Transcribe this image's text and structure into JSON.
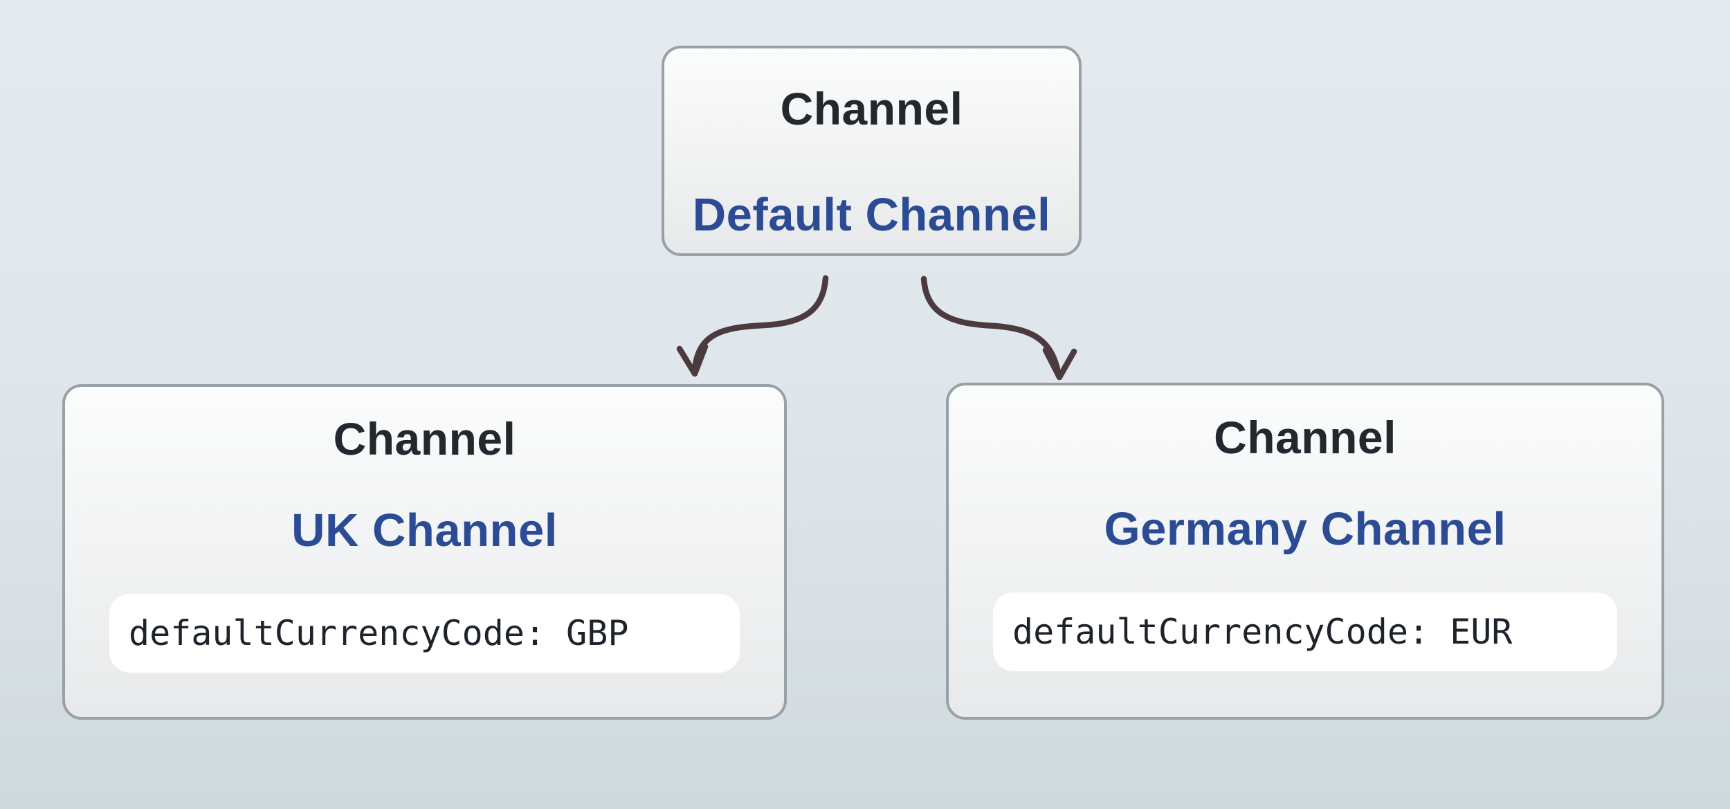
{
  "diagram": {
    "description": "Channel hierarchy: a default channel with two child channels",
    "colors": {
      "background_top": "#e5eaef",
      "background_bottom": "#cfd9de",
      "card_border": "#97a1a6",
      "card_fill_top": "#fbfcfc",
      "card_fill_bottom": "#e7e9ea",
      "type_label_text": "#23272e",
      "name_label_text": "#2b4b94",
      "arrow_stroke": "#4b3b3e",
      "attribute_pill_bg": "#ffffff",
      "attribute_text": "#1e232b"
    }
  },
  "nodes": {
    "parent": {
      "type_label": "Channel",
      "name": "Default Channel"
    },
    "uk": {
      "type_label": "Channel",
      "name": "UK Channel",
      "attribute": "defaultCurrencyCode: GBP"
    },
    "germany": {
      "type_label": "Channel",
      "name": "Germany Channel",
      "attribute": "defaultCurrencyCode: EUR"
    }
  },
  "edges": [
    {
      "from": "Default Channel",
      "to": "UK Channel"
    },
    {
      "from": "Default Channel",
      "to": "Germany Channel"
    }
  ]
}
